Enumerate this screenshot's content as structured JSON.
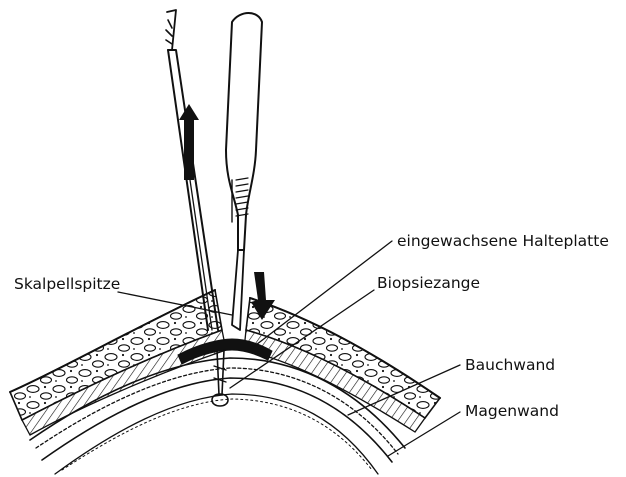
{
  "labels": {
    "halteplatte": "eingewachsene Halteplatte",
    "skalpellspitze": "Skalpellspitze",
    "biopsiezange": "Biopsiezange",
    "bauchwand": "Bauchwand",
    "magenwand": "Magenwand"
  },
  "arrows": {
    "pull_out": {
      "icon": "arrow-up-icon",
      "direction": "up"
    },
    "push_in": {
      "icon": "arrow-down-icon",
      "direction": "down"
    }
  },
  "colors": {
    "ink": "#111111",
    "background": "#ffffff"
  }
}
